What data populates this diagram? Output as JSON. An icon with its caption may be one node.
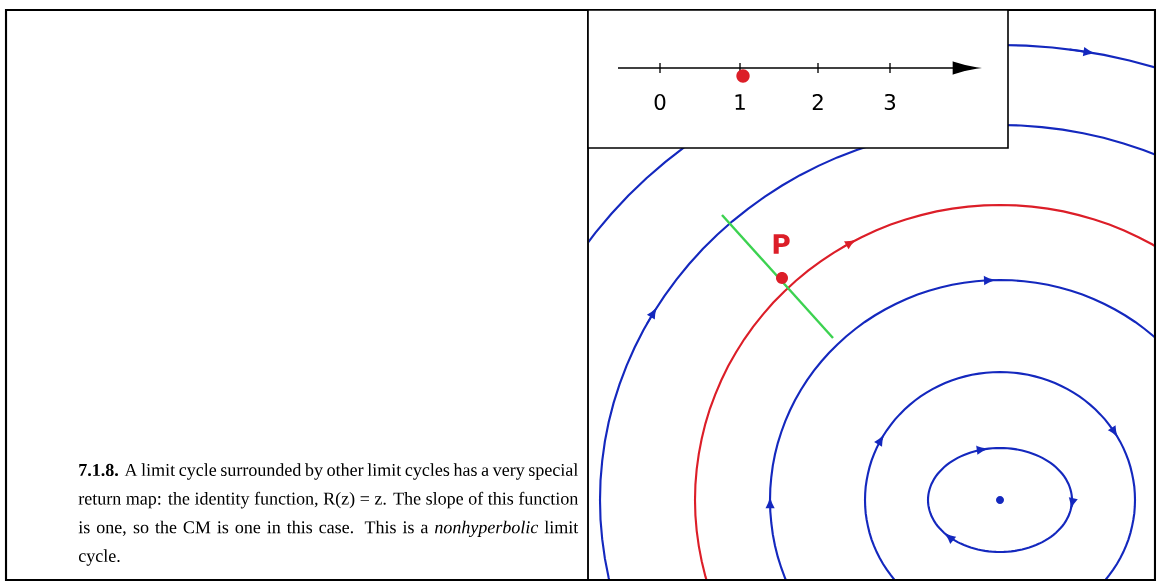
{
  "diagram": {
    "caption": "**7.1.8.** A limit cycle surrounded by other limit cycles has a very special return map: the identity function, R(z) = z. The slope of this function is one, so the CM is one in this case. This is a *nonhyperbolic* limit cycle.",
    "labels": [
      "0",
      "1",
      "2",
      "3",
      "P"
    ]
  }
}
